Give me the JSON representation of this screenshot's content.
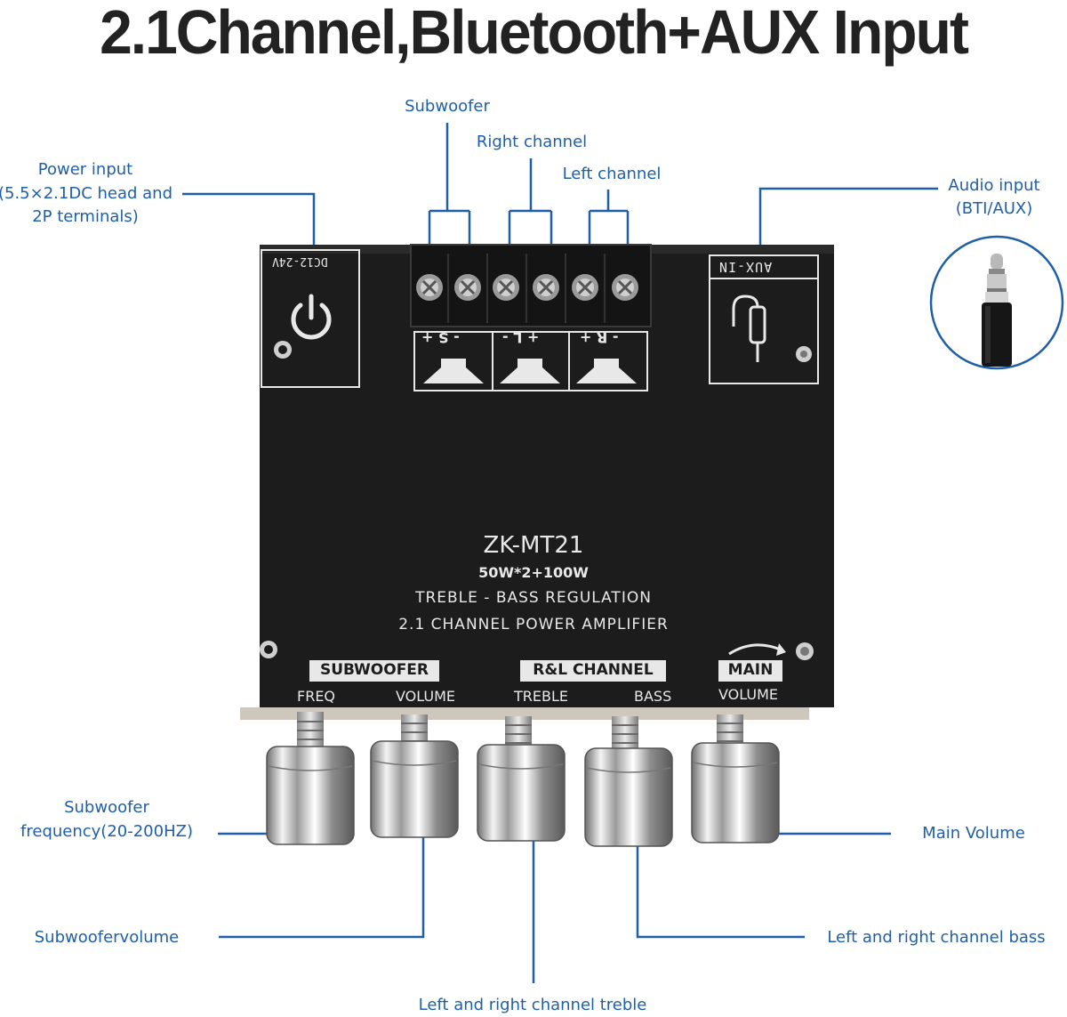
{
  "title": "2.1Channel,Bluetooth+AUX Input",
  "labels": {
    "subwoofer": "Subwoofer",
    "right_channel": "Right channel",
    "left_channel": "Left channel",
    "power_input_1": "Power input",
    "power_input_2": "(5.5×2.1DC head and",
    "power_input_3": "2P terminals)",
    "audio_input_1": "Audio input",
    "audio_input_2": "(BTI/AUX)",
    "sub_freq_1": "Subwoofer",
    "sub_freq_2": "frequency(20-200HZ)",
    "main_volume": "Main Volume",
    "sub_volume": "Subwoofervolume",
    "lr_bass": "Left and right channel bass",
    "lr_treble": "Left and right channel treble"
  },
  "board": {
    "model": "ZK-MT21",
    "power": "50W*2+100W",
    "line1": "TREBLE - BASS REGULATION",
    "line2": "2.1 CHANNEL POWER AMPLIFIER",
    "dc": "DC12-24V",
    "aux": "AUX-IN",
    "sub_group": "SUBWOOFER",
    "rl_group": "R&L CHANNEL",
    "main_group": "MAIN",
    "freq": "FREQ",
    "volume": "VOLUME",
    "treble": "TREBLE",
    "bass": "BASS",
    "main_volume": "VOLUME",
    "term_s": "- S +",
    "term_l": "+ L -",
    "term_r": "- R +"
  },
  "colors": {
    "accent": "#1f5fa8",
    "board": "#1c1c1c"
  }
}
